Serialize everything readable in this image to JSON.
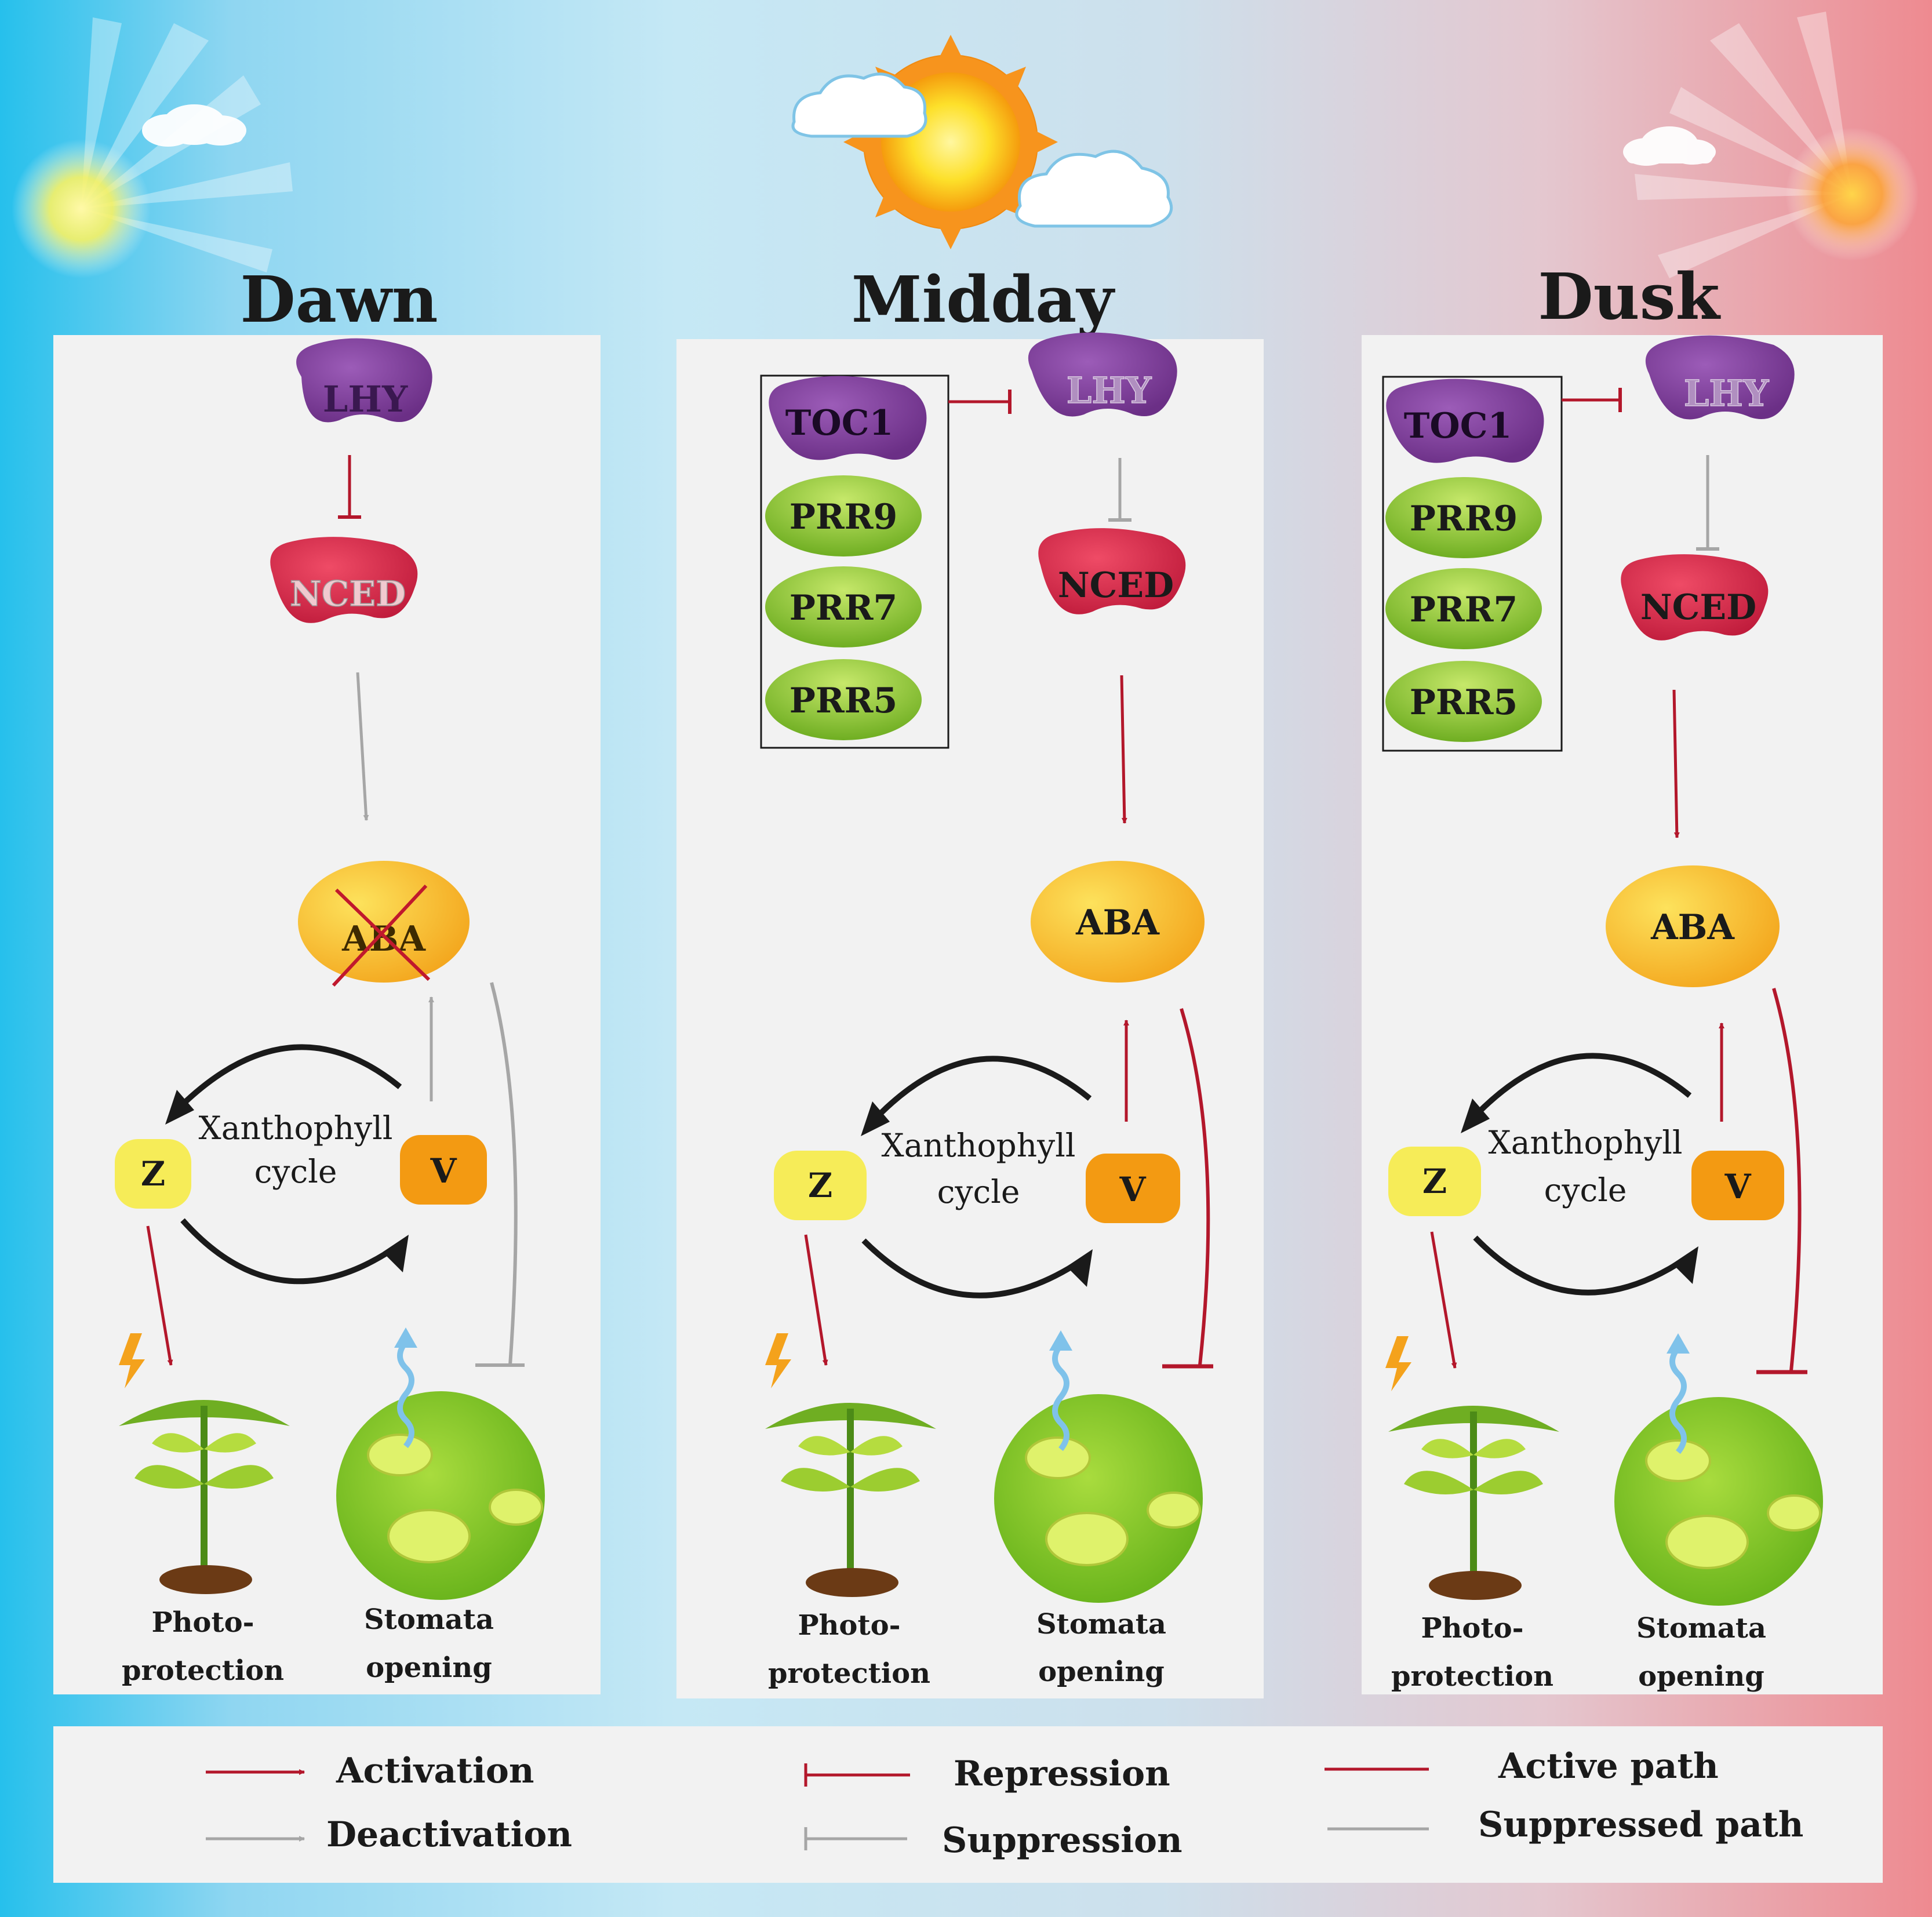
{
  "panels": [
    {
      "title": "Dawn",
      "lhy": "LHY",
      "nced": "NCED",
      "aba": "ABA",
      "z": "Z",
      "v": "V",
      "cycle_line1": "Xanthophyll",
      "cycle_line2": "cycle",
      "photo_line1": "Photo-",
      "photo_line2": "protection",
      "stomata_line1": "Stomata",
      "stomata_line2": "opening"
    },
    {
      "title": "Midday",
      "toc1": "TOC1",
      "prr9": "PRR9",
      "prr7": "PRR7",
      "prr5": "PRR5",
      "lhy": "LHY",
      "nced": "NCED",
      "aba": "ABA",
      "z": "Z",
      "v": "V",
      "cycle_line1": "Xanthophyll",
      "cycle_line2": "cycle",
      "photo_line1": "Photo-",
      "photo_line2": "protection",
      "stomata_line1": "Stomata",
      "stomata_line2": "opening"
    },
    {
      "title": "Dusk",
      "toc1": "TOC1",
      "prr9": "PRR9",
      "prr7": "PRR7",
      "prr5": "PRR5",
      "lhy": "LHY",
      "nced": "NCED",
      "aba": "ABA",
      "z": "Z",
      "v": "V",
      "cycle_line1": "Xanthophyll",
      "cycle_line2": "cycle",
      "photo_line1": "Photo-",
      "photo_line2": "protection",
      "stomata_line1": "Stomata",
      "stomata_line2": "opening"
    }
  ],
  "legend": {
    "activation": "Activation",
    "deactivation": "Deactivation",
    "repression": "Repression",
    "suppression": "Suppression",
    "active_path": "Active path",
    "suppressed_path": "Suppressed path"
  },
  "colors": {
    "active_red": "#b3172b",
    "suppressed_gray": "#a6a6a6",
    "lhy_purple": "#7f3f9a",
    "nced_red": "#d8304e",
    "aba_yellow": "#f6be2e",
    "prr_green": "#8cc63f",
    "z_yellow": "#f5ea52",
    "v_orange": "#f39a12",
    "dawn_sky": "#2ec3ec",
    "dusk_sky": "#ec8b91"
  }
}
